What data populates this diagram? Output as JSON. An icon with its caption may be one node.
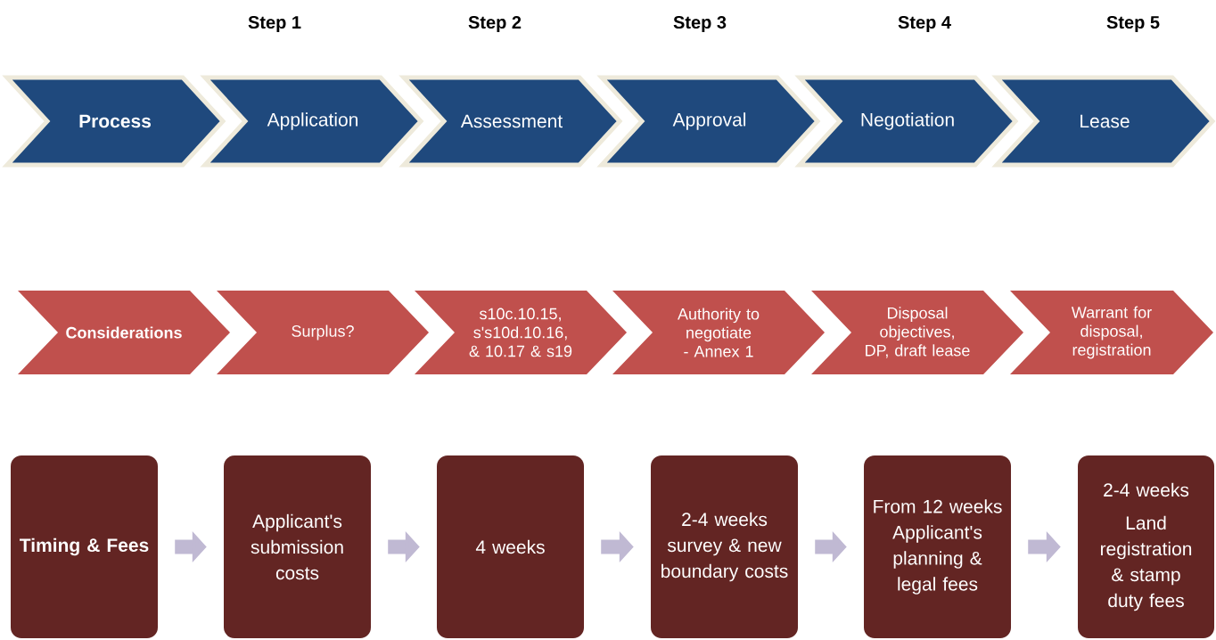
{
  "diagram": {
    "nodes": [
      {
        "text": [
          "Process"
        ]
      },
      {
        "text": [
          "Application"
        ]
      },
      {
        "text": [
          "Assessment"
        ]
      },
      {
        "text": [
          "Approval"
        ]
      },
      {
        "text": [
          "Negotiation"
        ]
      },
      {
        "text": [
          "Lease"
        ]
      },
      {
        "text": [
          "Considerations"
        ]
      },
      {
        "text": [
          "Surplus?"
        ]
      },
      {
        "text": [
          "s10c.10.15, s's10d.10.16, & 10.17 & s19"
        ]
      },
      {
        "text": [
          "Authority to negotiate - Annex 1"
        ]
      },
      {
        "text": [
          "Disposal objectives, DP, draft lease"
        ]
      },
      {
        "text": [
          "Warrant for disposal, registration"
        ]
      },
      {
        "text": [
          "Timing & Fees"
        ]
      },
      {
        "text": [
          "Applicant's submission costs"
        ]
      },
      {
        "text": [
          "4 weeks"
        ]
      },
      {
        "text": [
          "2-4 weeks survey & new boundary costs"
        ]
      },
      {
        "text": [
          "From 12 weeks Applicant's planning & legal fees"
        ]
      },
      {
        "text": [
          "2-4 weeks",
          "Land registration & stamp duty fees"
        ]
      }
    ],
    "edges": [
      {
        "from": 12,
        "to": 13,
        "arrow": "to"
      },
      {
        "from": 13,
        "to": 14,
        "arrow": "to"
      },
      {
        "from": 14,
        "to": 15,
        "arrow": "to"
      },
      {
        "from": 15,
        "to": 16,
        "arrow": "to"
      },
      {
        "from": 16,
        "to": 17,
        "arrow": "to"
      }
    ],
    "labels": [
      "Step 1",
      "Step 2",
      "Step 3",
      "Step 4",
      "Step 5"
    ]
  }
}
